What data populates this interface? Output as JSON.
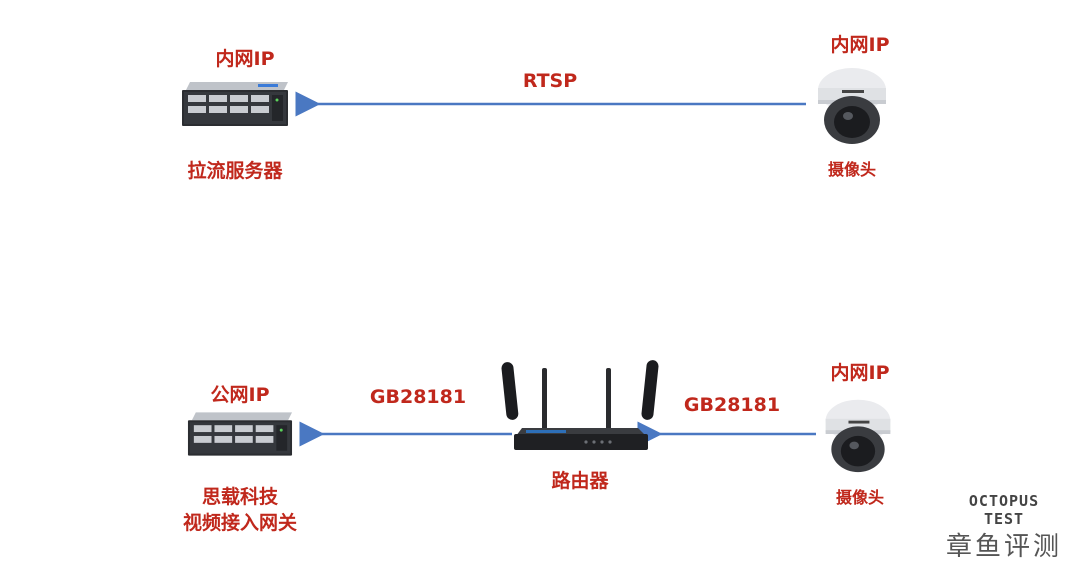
{
  "colors": {
    "label": "#c0281c",
    "arrow": "#4a78c2",
    "server": "#2b2d31",
    "router": "#1f2023"
  },
  "top_row": {
    "server": {
      "ip_label": "内网IP",
      "name": "拉流服务器",
      "icon": "rack-server-icon"
    },
    "camera": {
      "ip_label": "内网IP",
      "name": "摄像头",
      "icon": "dome-camera-icon"
    },
    "protocol": "RTSP"
  },
  "bottom_row": {
    "server": {
      "ip_label": "公网IP",
      "name_line1": "思载科技",
      "name_line2": "视频接入网关",
      "icon": "rack-server-icon"
    },
    "router": {
      "name": "路由器",
      "icon": "router-icon"
    },
    "camera": {
      "ip_label": "内网IP",
      "name": "摄像头",
      "icon": "dome-camera-icon"
    },
    "protocol_left": "GB28181",
    "protocol_right": "GB28181"
  },
  "watermark": {
    "english": "OCTOPUS TEST",
    "chinese": "章鱼评测"
  }
}
